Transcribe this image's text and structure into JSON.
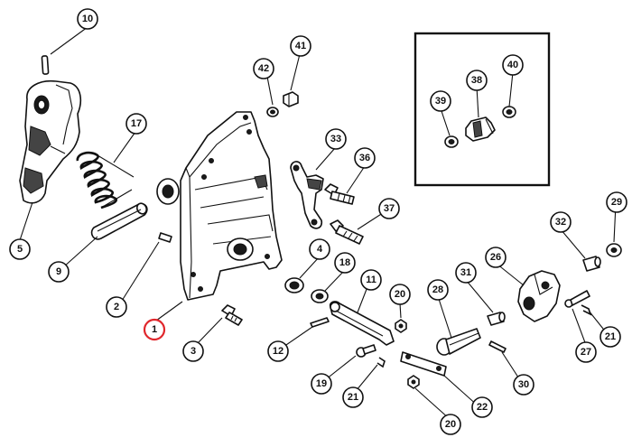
{
  "callouts": [
    {
      "id": "c10",
      "label": "10"
    },
    {
      "id": "c17",
      "label": "17"
    },
    {
      "id": "c5",
      "label": "5"
    },
    {
      "id": "c9",
      "label": "9"
    },
    {
      "id": "c2",
      "label": "2"
    },
    {
      "id": "c1",
      "label": "1",
      "highlighted": true
    },
    {
      "id": "c3",
      "label": "3"
    },
    {
      "id": "c42",
      "label": "42"
    },
    {
      "id": "c41",
      "label": "41"
    },
    {
      "id": "c33",
      "label": "33"
    },
    {
      "id": "c36",
      "label": "36"
    },
    {
      "id": "c37",
      "label": "37"
    },
    {
      "id": "c4",
      "label": "4"
    },
    {
      "id": "c18",
      "label": "18"
    },
    {
      "id": "c11",
      "label": "11"
    },
    {
      "id": "c20a",
      "label": "20"
    },
    {
      "id": "c12",
      "label": "12"
    },
    {
      "id": "c19",
      "label": "19"
    },
    {
      "id": "c21a",
      "label": "21"
    },
    {
      "id": "c28",
      "label": "28"
    },
    {
      "id": "c31",
      "label": "31"
    },
    {
      "id": "c26",
      "label": "26"
    },
    {
      "id": "c32",
      "label": "32"
    },
    {
      "id": "c29",
      "label": "29"
    },
    {
      "id": "c27",
      "label": "27"
    },
    {
      "id": "c21b",
      "label": "21"
    },
    {
      "id": "c30",
      "label": "30"
    },
    {
      "id": "c22",
      "label": "22"
    },
    {
      "id": "c20b",
      "label": "20"
    },
    {
      "id": "c39",
      "label": "39"
    },
    {
      "id": "c38",
      "label": "38"
    },
    {
      "id": "c40",
      "label": "40"
    }
  ],
  "highlight_color": "#e0262b"
}
